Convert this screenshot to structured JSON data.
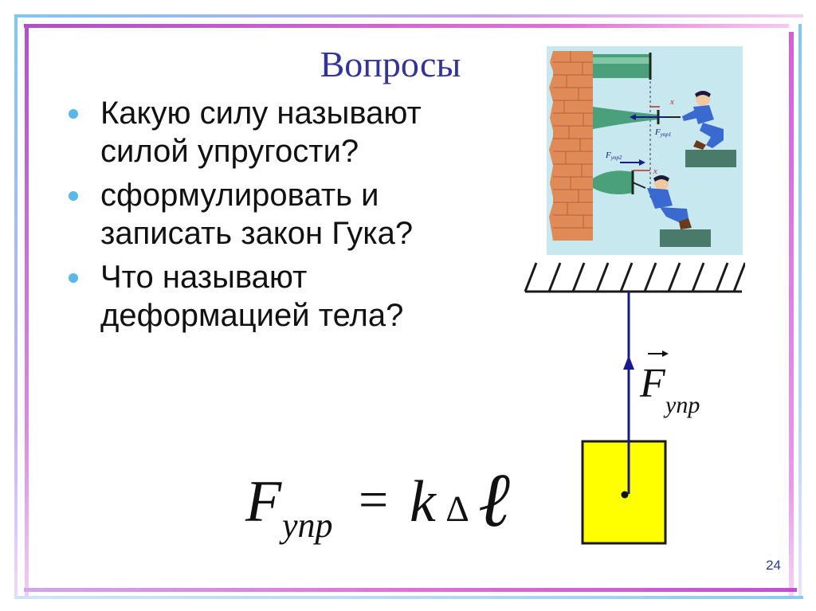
{
  "slide": {
    "title": "Вопросы",
    "questions": [
      {
        "text": "Какую силу называют силой упругости?"
      },
      {
        "text": "сформулировать и записать закон Гука?"
      },
      {
        "text": "Что называют деформацией тела?"
      }
    ],
    "page_number": "24"
  },
  "illustration": {
    "label_x": "x",
    "label_f1_base": "F",
    "label_f1_sub": "упр1",
    "label_f2_base": "F",
    "label_f2_sub": "упр2"
  },
  "diagram": {
    "force_symbol": "F",
    "force_subscript": "упр"
  },
  "formula": {
    "lhs_symbol": "F",
    "lhs_subscript": "упр",
    "equals": "=",
    "k": "k",
    "delta": "∆",
    "ell": "ℓ"
  },
  "colors": {
    "title": "#333399",
    "bullet": "#5ab8e8",
    "weight_fill": "#ffff00",
    "rope": "#1a1a8a",
    "illustration_bg": "#c8e8f0",
    "wall": "#e08a58",
    "frame_purple": "#c050d0",
    "frame_blue": "#7fc8f0"
  },
  "icons": {
    "bullet": "bullet-dot-icon"
  }
}
